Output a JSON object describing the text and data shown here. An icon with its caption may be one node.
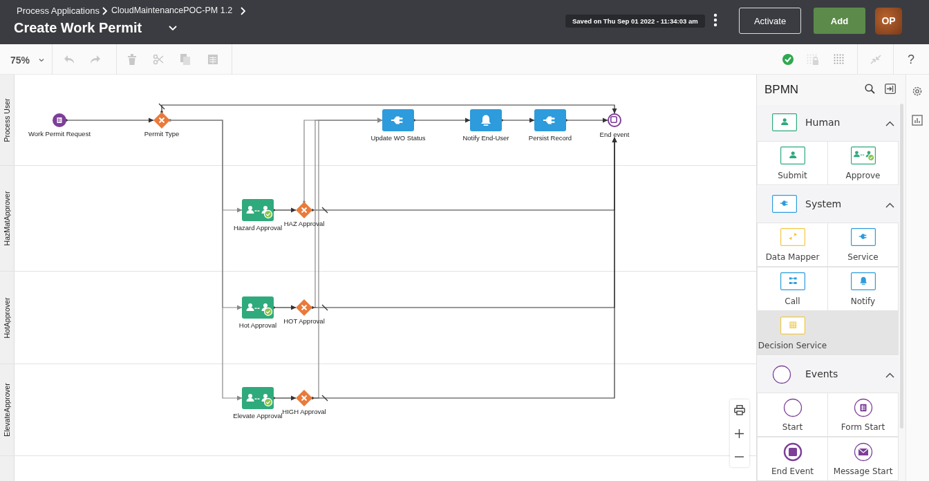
{
  "diagram": {
    "nodes": [
      {
        "text": [
          "Process User"
        ]
      },
      {
        "text": [
          "HazMatApprover"
        ]
      },
      {
        "text": [
          "HotApprover"
        ]
      },
      {
        "text": [
          "ElevateApprover"
        ]
      },
      {
        "text": [
          "Work Permit Request"
        ],
        "in": 0
      },
      {
        "text": [
          "Permit Type"
        ],
        "in": 0
      },
      {
        "text": [
          "Update WO Status"
        ],
        "in": 0
      },
      {
        "text": [
          "Notify End-User"
        ],
        "in": 0
      },
      {
        "text": [
          "Persist Record"
        ],
        "in": 0
      },
      {
        "text": [
          "End event"
        ],
        "in": 0
      },
      {
        "text": [
          "Hazard Approval"
        ],
        "in": 1
      },
      {
        "text": [
          "HAZ Approval"
        ],
        "in": 1
      },
      {
        "text": [
          "Hot Approval"
        ],
        "in": 2
      },
      {
        "text": [
          "HOT Approval"
        ],
        "in": 2
      },
      {
        "text": [
          "Elevate Approval"
        ],
        "in": 3
      },
      {
        "text": [
          "HIGH Approval"
        ],
        "in": 3
      }
    ],
    "edges": [
      {
        "from": 4,
        "to": 5,
        "arrow": "to"
      },
      {
        "from": 5,
        "to": 10,
        "arrow": "to",
        "color": "#888888"
      },
      {
        "from": 5,
        "to": 12,
        "arrow": "to",
        "color": "#888888"
      },
      {
        "from": 5,
        "to": 14,
        "arrow": "to",
        "color": "#888888"
      },
      {
        "from": 5,
        "to": 9,
        "arrow": "to"
      },
      {
        "from": 10,
        "to": 11,
        "arrow": "to"
      },
      {
        "from": 11,
        "to": 6,
        "arrow": "to",
        "color": "#888888"
      },
      {
        "from": 11,
        "to": 9,
        "arrow": "to"
      },
      {
        "from": 12,
        "to": 13,
        "arrow": "to"
      },
      {
        "from": 13,
        "to": 6,
        "arrow": "to",
        "color": "#888888"
      },
      {
        "from": 13,
        "to": 9,
        "arrow": "to"
      },
      {
        "from": 14,
        "to": 15,
        "arrow": "to"
      },
      {
        "from": 15,
        "to": 6,
        "arrow": "to",
        "color": "#888888"
      },
      {
        "from": 15,
        "to": 9,
        "arrow": "to"
      },
      {
        "from": 6,
        "to": 7,
        "arrow": "to"
      },
      {
        "from": 7,
        "to": 8,
        "arrow": "to"
      },
      {
        "from": 8,
        "to": 9,
        "arrow": "to"
      }
    ],
    "labels": [
      "Process Applications",
      "CloudMaintenancePOC-PM 1.2",
      "Create Work Permit",
      "Saved on Thu Sep 01 2022 - 11:34:03 am",
      "Activate",
      "Add",
      "OP",
      "75%",
      "?",
      "BPMN",
      "Human",
      "Submit",
      "Approve",
      "System",
      "Data Mapper",
      "Service",
      "Call",
      "Notify",
      "Decision Service",
      "Events",
      "Start",
      "Form Start",
      "End Event",
      "Message Start"
    ]
  }
}
